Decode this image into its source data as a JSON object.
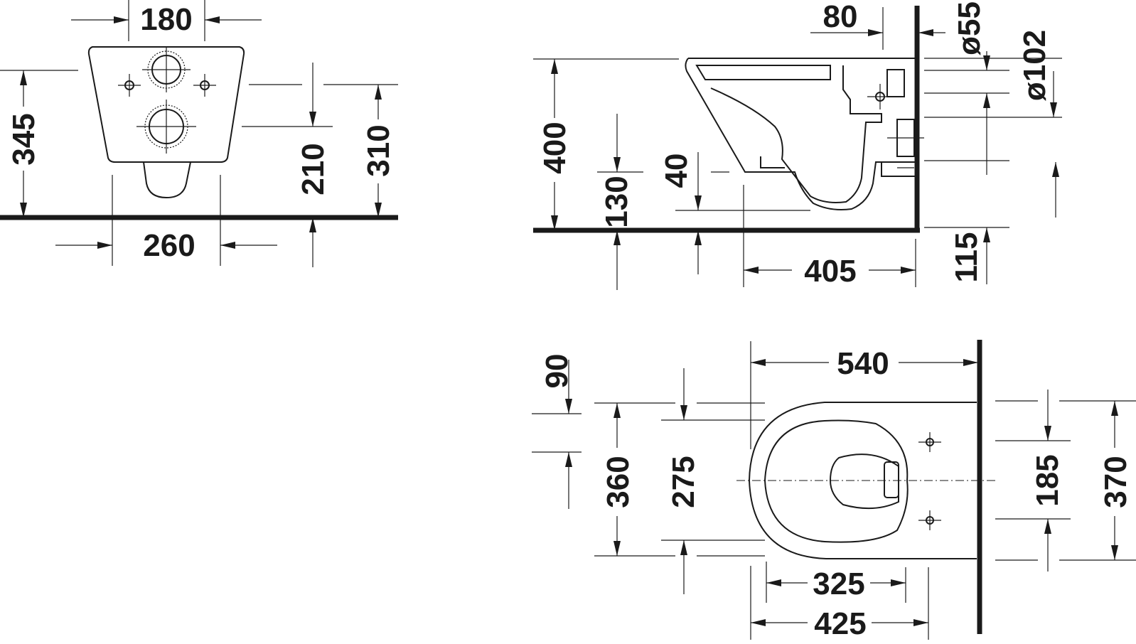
{
  "drawing": {
    "line_color": "#1a1a1a",
    "background": "#ffffff",
    "front_view": {
      "width_top": "180",
      "width_bottom": "260",
      "height_left": "345",
      "height_mid": "210",
      "height_right": "310"
    },
    "side_view": {
      "overall_height": "400",
      "inlet_offset": "80",
      "inlet_diameter": "ø55",
      "outlet_diameter": "ø102",
      "floor_to_outlet": "130",
      "bowl_drop": "40",
      "projection": "405",
      "waste_height": "115"
    },
    "plan_view": {
      "length": "540",
      "seat_offset": "90",
      "width_outer": "360",
      "width_inner": "275",
      "fixing_spacing": "185",
      "width_back": "370",
      "inner_length": "325",
      "bowl_length": "425"
    }
  }
}
